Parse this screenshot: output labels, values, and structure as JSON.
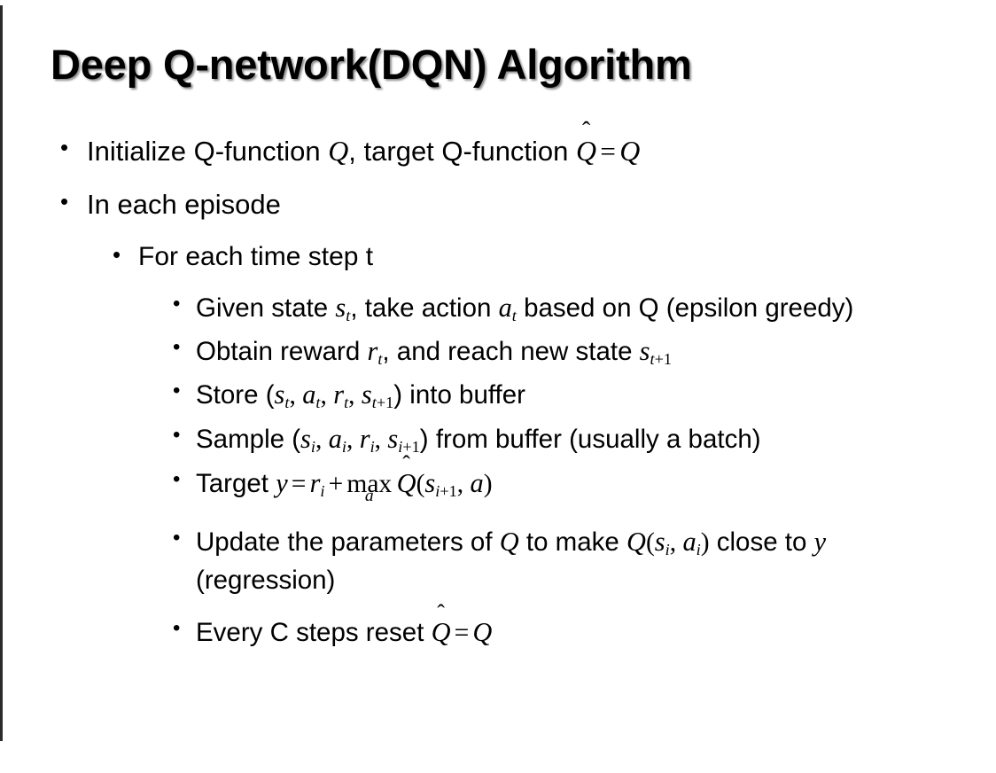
{
  "slide": {
    "title": "Deep Q-network(DQN) Algorithm",
    "background_color": "#ffffff",
    "text_color": "#000000",
    "edge_bar_color": "#2b2b2b"
  },
  "bullets": {
    "initialize": {
      "pre": "Initialize Q-function ",
      "var_q": "Q",
      "mid": ", target Q-function ",
      "qhat": "Q",
      "hat": "̂",
      "eq": "=",
      "var_q2": "Q"
    },
    "in_each_episode": "In each episode",
    "for_each_time_step": "For each time step t",
    "given_state": {
      "pre": "Given state ",
      "s": "s",
      "s_sub": "t",
      "mid": ", take action ",
      "a": "a",
      "a_sub": "t",
      "post": " based on Q (epsilon greedy)"
    },
    "obtain_reward": {
      "pre": "Obtain reward ",
      "r": "r",
      "r_sub": "t",
      "mid": ", and reach new state ",
      "s": "s",
      "s_sub_var": "t",
      "s_sub_plus": "+1"
    },
    "store": {
      "pre": "Store (",
      "s1": "s",
      "s1_sub": "t",
      "sep1": ", ",
      "a1": "a",
      "a1_sub": "t",
      "sep2": ", ",
      "r1": "r",
      "r1_sub": "t",
      "sep3": ", ",
      "s2": "s",
      "s2_sub_var": "t",
      "s2_sub_plus": "+1",
      "post": ") into buffer"
    },
    "sample": {
      "pre": "Sample (",
      "s1": "s",
      "s1_sub": "i",
      "sep1": ", ",
      "a1": "a",
      "a1_sub": "i",
      "sep2": ", ",
      "r1": "r",
      "r1_sub": "i",
      "sep3": ", ",
      "s2": "s",
      "s2_sub_var": "i",
      "s2_sub_plus": "+1",
      "post": ") from buffer (usually a batch)"
    },
    "target": {
      "pre": "Target ",
      "y": "y",
      "eq": "=",
      "r": "r",
      "r_sub": "i",
      "plus": "+",
      "max": "max",
      "max_under": "a",
      "qhat": "Q",
      "hat": "̂",
      "open": "(",
      "s": "s",
      "s_sub_var": "i",
      "s_sub_plus": "+1",
      "comma": ", ",
      "a": "a",
      "close": ")"
    },
    "update": {
      "pre": "Update the parameters of ",
      "q1": "Q",
      "mid": " to make ",
      "q2": "Q",
      "open": "(",
      "s": "s",
      "s_sub": "i",
      "comma": ", ",
      "a": "a",
      "a_sub": "i",
      "close": ")",
      "post": " close to ",
      "y": "y",
      "tail": " (regression)"
    },
    "every_c_steps": {
      "pre": "Every C steps reset ",
      "qhat": "Q",
      "hat": "̂",
      "eq": "=",
      "q": "Q"
    }
  },
  "icons": {
    "bullet_dot": "•"
  }
}
